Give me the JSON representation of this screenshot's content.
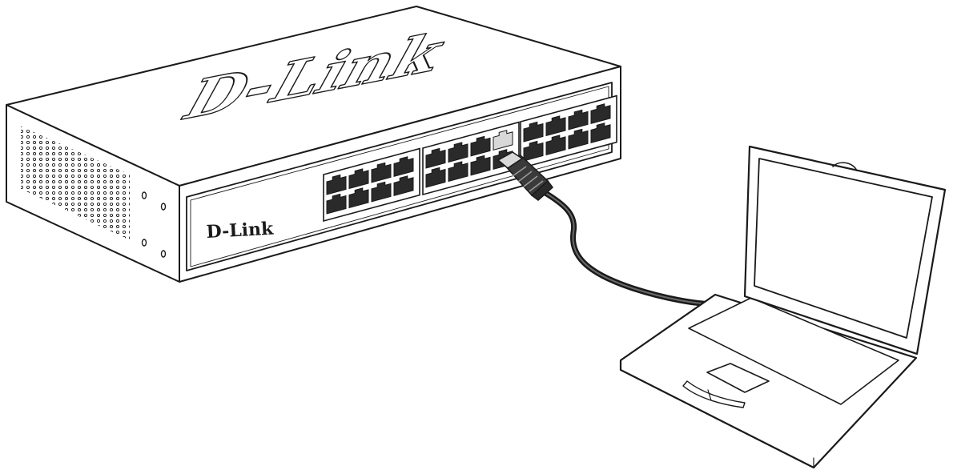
{
  "diagram": {
    "switch": {
      "brand_front": "D-Link",
      "brand_top": "D-Link",
      "port_groups": 3,
      "ports_per_group": 8,
      "connected_port": {
        "group": 2,
        "row": 1,
        "column": 4
      }
    },
    "cable": {
      "type": "ethernet"
    },
    "laptop": {}
  },
  "colors": {
    "line": "#1a1a1a",
    "port_fill": "#2a2a2a",
    "port_highlight": "#d8d8d8",
    "background": "#ffffff"
  }
}
